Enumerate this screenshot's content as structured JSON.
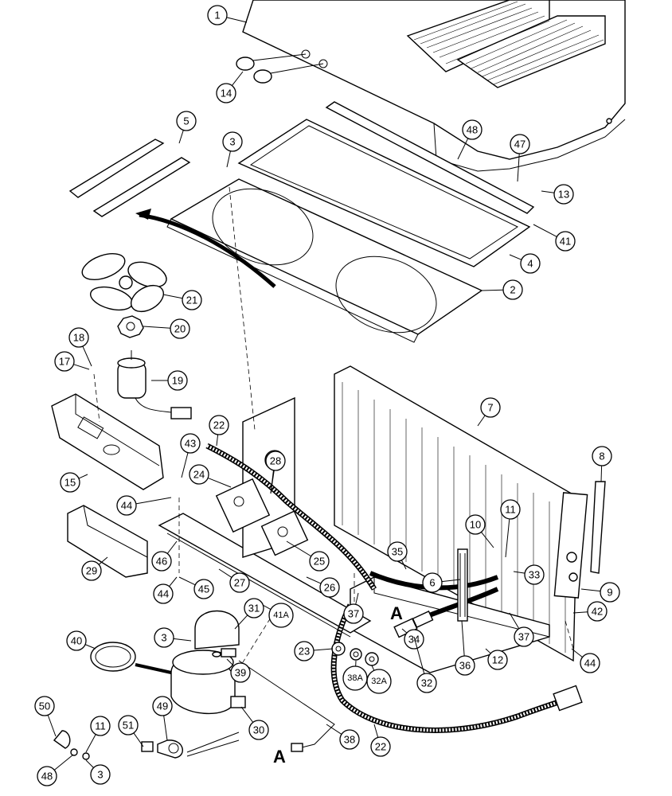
{
  "callouts": [
    "1",
    "14",
    "5",
    "3",
    "48",
    "47",
    "13",
    "41",
    "4",
    "2",
    "21",
    "20",
    "18",
    "17",
    "19",
    "22",
    "43",
    "28",
    "7",
    "8",
    "24",
    "15",
    "44",
    "10",
    "11",
    "35",
    "28",
    "29",
    "46",
    "25",
    "6",
    "33",
    "9",
    "44",
    "45",
    "27",
    "26",
    "41A",
    "37",
    "A",
    "34",
    "42",
    "31",
    "3",
    "37",
    "40",
    "39",
    "23",
    "38A",
    "32A",
    "32",
    "36",
    "12",
    "44",
    "30",
    "50",
    "11",
    "49",
    "51",
    "38",
    "22",
    "48",
    "3",
    "A"
  ],
  "section_labels": [
    "A",
    "A"
  ]
}
